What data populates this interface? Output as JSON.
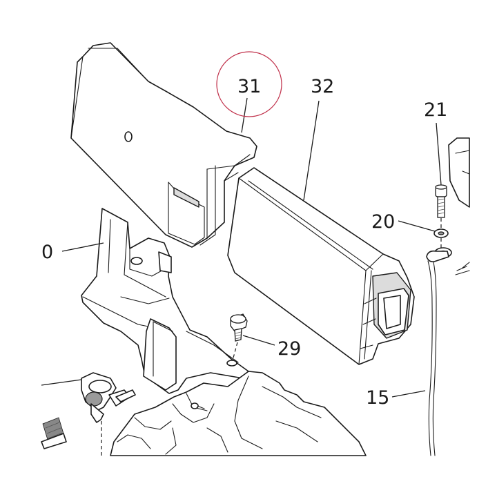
{
  "callouts": {
    "c31": "31",
    "c32": "32",
    "c21": "21",
    "c20": "20",
    "c29": "29",
    "c15": "15",
    "c30": "0"
  },
  "highlight": {
    "part": "31",
    "ring_color": "#c0304a"
  },
  "colors": {
    "line": "#1a1a1a",
    "background": "#ffffff",
    "shade": "#dcdcdc"
  }
}
